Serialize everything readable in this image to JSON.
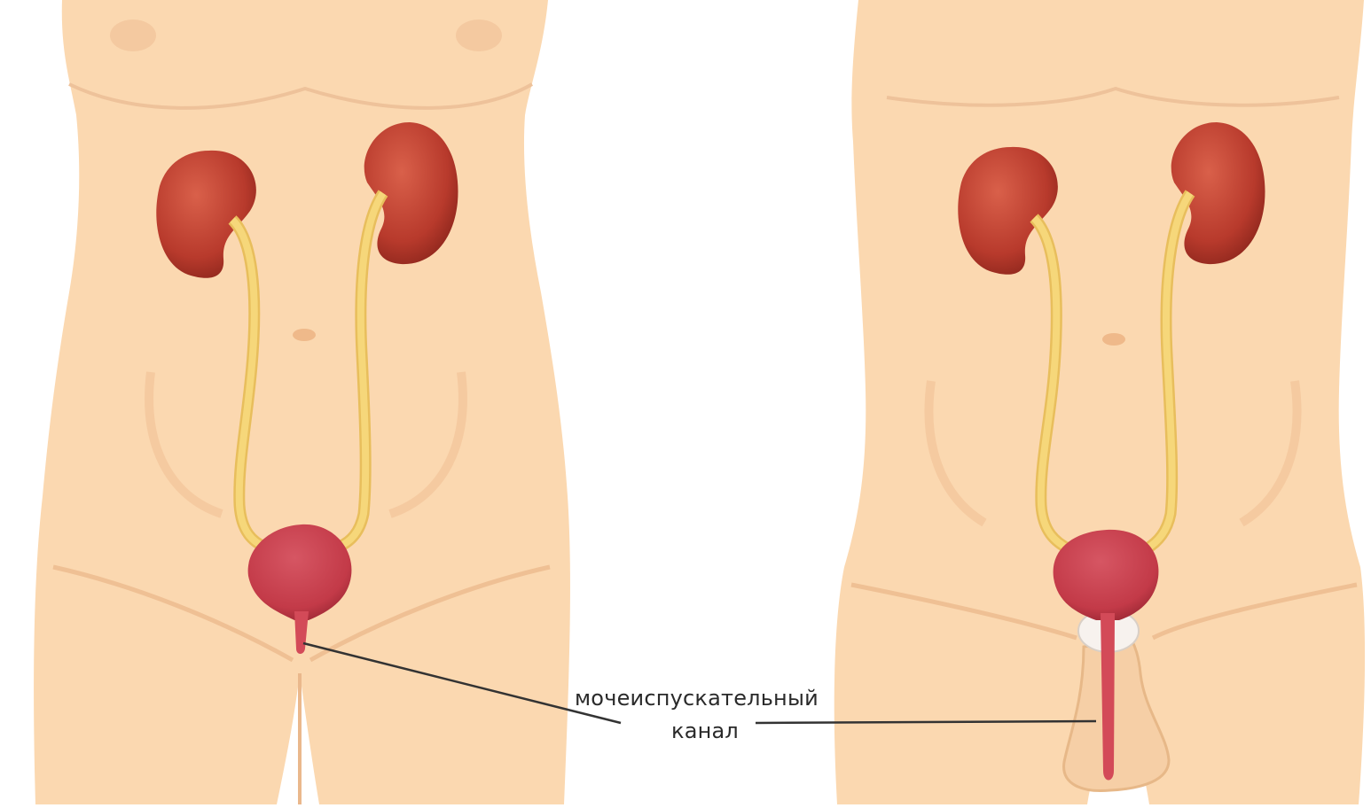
{
  "label": {
    "line1": "мочеиспускательный",
    "line2": "канал"
  },
  "colors": {
    "background": "#ffffff",
    "skin": "#fbd8b0",
    "skin_shadow": "#f2c296",
    "kidney": "#b83a2c",
    "ureter": "#f6d77a",
    "bladder": "#c33a48",
    "urethra": "#d34a58",
    "leader_line": "#333333"
  },
  "icons": {
    "female": "female-body-figure",
    "male": "male-body-figure"
  }
}
